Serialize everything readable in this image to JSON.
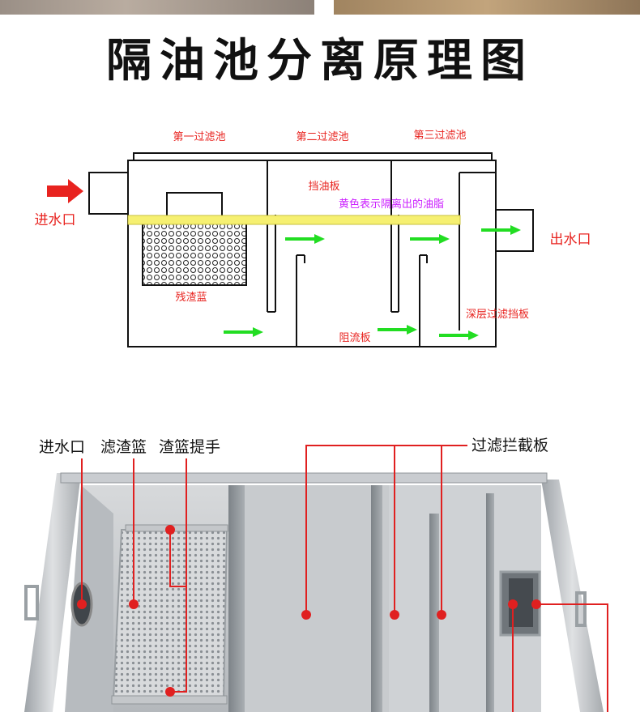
{
  "title": "隔油池分离原理图",
  "diagram": {
    "chambers": [
      "第一过滤池",
      "第二过滤池",
      "第三过滤池"
    ],
    "oil_baffle": "挡油板",
    "grease_note": "黄色表示隔离出的油脂",
    "inlet": "进水口",
    "outlet": "出水口",
    "basket": "残渣蓝",
    "flow_baffle": "阻流板",
    "deep_filter": "深层过滤挡板"
  },
  "photo": {
    "inlet": "进水口",
    "basket": "滤渣篮",
    "handle": "渣篮提手",
    "filter_plate": "过滤拦截板"
  },
  "colors": {
    "label_red": "#e8231f",
    "grease_yellow": "#f6f071",
    "arrow_green": "#22dd22",
    "callout_red": "#e02020",
    "grease_note_color": "#cc22ff"
  }
}
